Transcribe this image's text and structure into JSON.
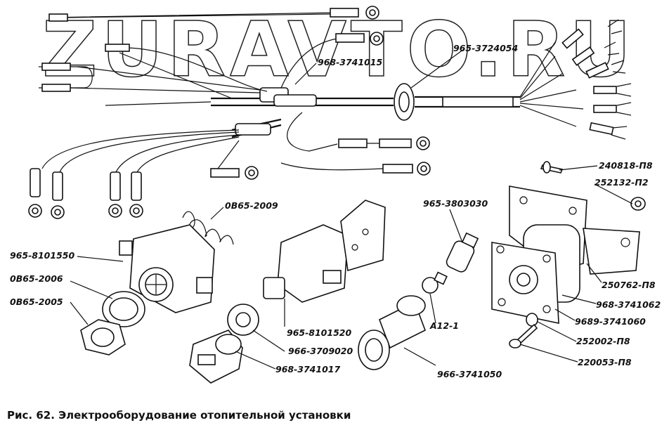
{
  "watermark": "ZURAVTO.RU",
  "caption": {
    "prefix": "Рис. 62.",
    "text": "Электрооборудование отопительной установки"
  },
  "labels": {
    "harness_main": "968-3741015",
    "grommet": "965-3724054",
    "spring": "0В65-2009",
    "housing": "965-8101550",
    "washer": "0В65-2006",
    "nut": "0В65-2005",
    "switch": "965-8101520",
    "bushing": "966-3709020",
    "knob": "968-3741017",
    "lamp_socket": "965-3803030",
    "lamp": "А12-1",
    "cap": "966-3741050",
    "screw_top": "240818-П8",
    "washer_top": "252132-П2",
    "nut_bracket": "250762-П8",
    "motor_bracket": "968-3741062",
    "motor": "9689-3741060",
    "washer_bottom": "252002-П8",
    "screw_bottom": "220053-П8"
  }
}
